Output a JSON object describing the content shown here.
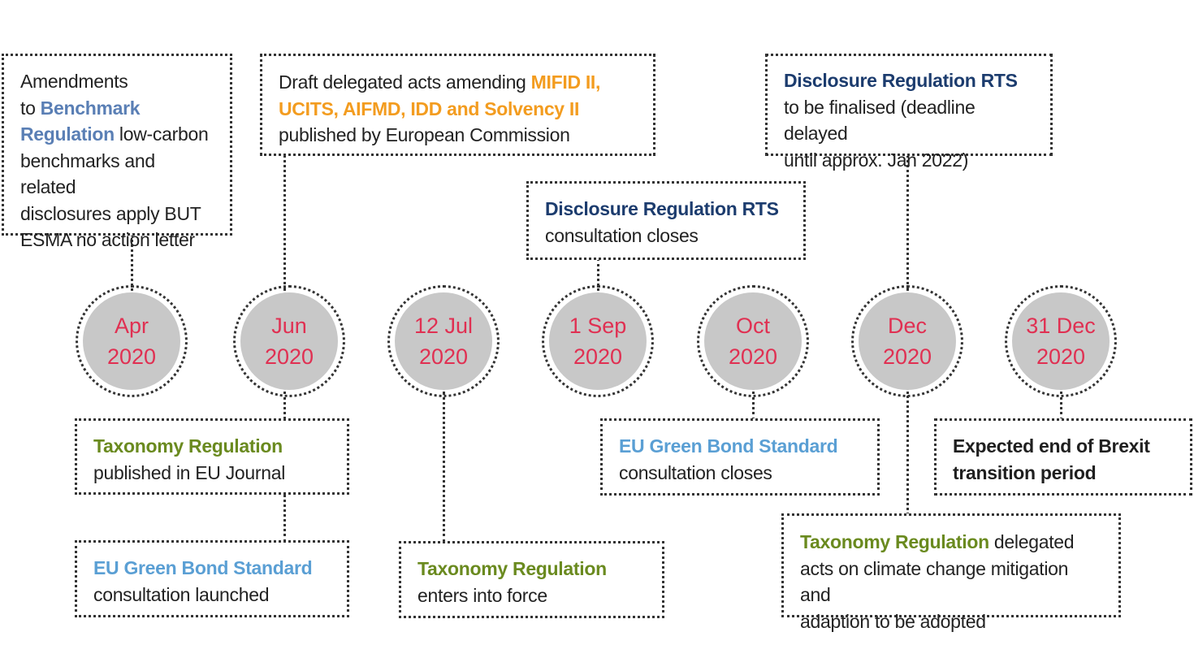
{
  "colors": {
    "benchmark": "#5a7fb5",
    "orange": "#f39c1f",
    "navy": "#1c3c6e",
    "green": "#6a8a1f",
    "lightblue": "#5a9fd4",
    "date_text": "#e03052",
    "circle_fill": "#c8c8c8"
  },
  "timeline": [
    {
      "month": "Apr",
      "year": "2020"
    },
    {
      "month": "Jun",
      "year": "2020"
    },
    {
      "month": "12 Jul",
      "year": "2020"
    },
    {
      "month": "1 Sep",
      "year": "2020"
    },
    {
      "month": "Oct",
      "year": "2020"
    },
    {
      "month": "Dec",
      "year": "2020"
    },
    {
      "month": "31 Dec",
      "year": "2020"
    }
  ],
  "events": {
    "apr": {
      "l1": "Amendments",
      "l2_pre": "to ",
      "l2_hl": "Benchmark",
      "l3_hl": "Regulation",
      "l3_post": " low-carbon",
      "l4": "benchmarks and related",
      "l5": "disclosures apply BUT",
      "l6": "ESMA no action letter"
    },
    "jun_top": {
      "l1_pre": "Draft delegated acts amending ",
      "l1_hl": "MIFID II,",
      "l2_hl": "UCITS, AIFMD, IDD and Solvency II",
      "l3": "published by European Commission"
    },
    "sep_top": {
      "title": "Disclosure Regulation RTS",
      "text": "consultation closes"
    },
    "dec_top": {
      "title": "Disclosure Regulation RTS",
      "l2": "to be finalised (deadline delayed",
      "l3": "until approx. Jan 2022)"
    },
    "jun_bottom1": {
      "title": "Taxonomy Regulation",
      "text": "published in EU Journal"
    },
    "jun_bottom2": {
      "title": "EU Green Bond Standard",
      "text": "consultation launched"
    },
    "jul_bottom": {
      "title": "Taxonomy Regulation",
      "text": "enters into force"
    },
    "oct_bottom": {
      "title": "EU Green Bond Standard",
      "text": "consultation closes"
    },
    "dec31_bottom": {
      "l1": "Expected end of Brexit",
      "l2": "transition period"
    },
    "dec_bottom": {
      "title": "Taxonomy Regulation",
      "l1_post": " delegated",
      "l2": "acts on climate change mitigation and",
      "l3": "adaption to be adopted"
    }
  }
}
